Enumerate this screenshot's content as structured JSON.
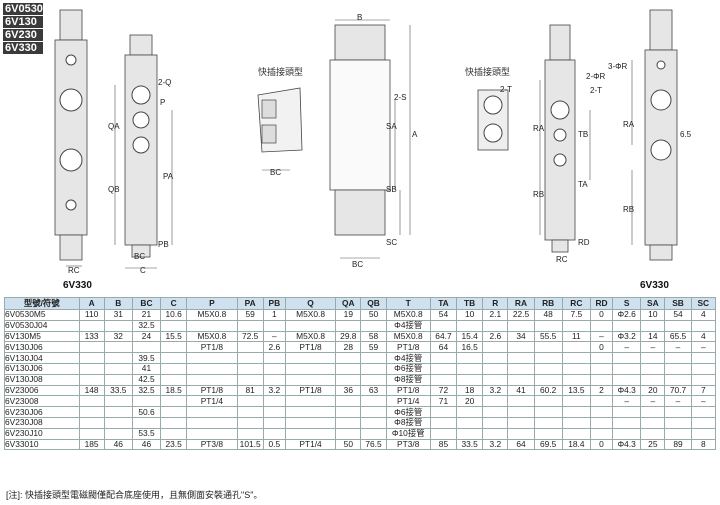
{
  "models": [
    "6V0530",
    "6V130",
    "6V230",
    "6V330"
  ],
  "drawing_labels": {
    "left_caption": "6V330",
    "right_caption": "6V330",
    "quick_fitting_1": "快插接頭型",
    "quick_fitting_2": "快插接頭型",
    "q2": "2-Q",
    "p": "P",
    "qa": "QA",
    "qb": "QB",
    "pa": "PA",
    "pb": "PB",
    "rc1": "RC",
    "c": "C",
    "bc1": "BC",
    "b": "B",
    "s2": "2-S",
    "sa": "SA",
    "sb": "SB",
    "a": "A",
    "sc": "SC",
    "bc2": "BC",
    "t2": "2-T",
    "pr3": "3-ΦR",
    "pr2": "2-ΦR",
    "t2b": "2-T",
    "ra1": "RA",
    "tb": "TB",
    "rb1": "RB",
    "ta": "TA",
    "rd": "RD",
    "rc2": "RC",
    "ra2": "RA",
    "rb2": "RB",
    "d65": "6.5"
  },
  "table": {
    "headers": [
      "型號/符號",
      "A",
      "B",
      "BC",
      "C",
      "P",
      "PA",
      "PB",
      "Q",
      "QA",
      "QB",
      "T",
      "TA",
      "TB",
      "R",
      "RA",
      "RB",
      "RC",
      "RD",
      "S",
      "SA",
      "SB",
      "SC"
    ],
    "rows": [
      [
        "6V0530M5",
        "110",
        "31",
        "21",
        "10.6",
        "M5X0.8",
        "59",
        "1",
        "M5X0.8",
        "19",
        "50",
        "M5X0.8",
        "54",
        "10",
        "2.1",
        "22.5",
        "48",
        "7.5",
        "0",
        "Φ2.6",
        "10",
        "54",
        "4"
      ],
      [
        "6V0530J04",
        "",
        "",
        "32.5",
        "",
        "",
        "",
        "",
        "",
        "",
        "",
        "Φ4接管",
        "",
        "",
        "",
        "",
        "",
        "",
        "",
        "",
        "",
        "",
        ""
      ],
      [
        "6V130M5",
        "133",
        "32",
        "24",
        "15.5",
        "M5X0.8",
        "72.5",
        "–",
        "M5X0.8",
        "29.8",
        "58",
        "M5X0.8",
        "64.7",
        "15.4",
        "2.6",
        "34",
        "55.5",
        "11",
        "–",
        "Φ3.2",
        "14",
        "65.5",
        "4"
      ],
      [
        "6V130J06",
        "",
        "",
        "",
        "",
        "PT1/8",
        "",
        "2.6",
        "PT1/8",
        "28",
        "59",
        "PT1/8",
        "64",
        "16.5",
        "",
        "",
        "",
        "",
        "0",
        "–",
        "–",
        "–",
        "–"
      ],
      [
        "6V130J04",
        "",
        "",
        "39.5",
        "",
        "",
        "",
        "",
        "",
        "",
        "",
        "Φ4接管",
        "",
        "",
        "",
        "",
        "",
        "",
        "",
        "",
        "",
        "",
        ""
      ],
      [
        "6V130J06",
        "",
        "",
        "41",
        "",
        "",
        "",
        "",
        "",
        "",
        "",
        "Φ6接管",
        "",
        "",
        "",
        "",
        "",
        "",
        "",
        "",
        "",
        "",
        ""
      ],
      [
        "6V130J08",
        "",
        "",
        "42.5",
        "",
        "",
        "",
        "",
        "",
        "",
        "",
        "Φ8接管",
        "",
        "",
        "",
        "",
        "",
        "",
        "",
        "",
        "",
        "",
        ""
      ],
      [
        "6V23006",
        "148",
        "33.5",
        "32.5",
        "18.5",
        "PT1/8",
        "81",
        "3.2",
        "PT1/8",
        "36",
        "63",
        "PT1/8",
        "72",
        "18",
        "3.2",
        "41",
        "60.2",
        "13.5",
        "2",
        "Φ4.3",
        "20",
        "70.7",
        "7"
      ],
      [
        "6V23008",
        "",
        "",
        "",
        "",
        "PT1/4",
        "",
        "",
        "",
        "",
        "",
        "PT1/4",
        "71",
        "20",
        "",
        "",
        "",
        "",
        "",
        "–",
        "–",
        "–",
        "–"
      ],
      [
        "6V230J06",
        "",
        "",
        "50.6",
        "",
        "",
        "",
        "",
        "",
        "",
        "",
        "Φ6接管",
        "",
        "",
        "",
        "",
        "",
        "",
        "",
        "",
        "",
        "",
        ""
      ],
      [
        "6V230J08",
        "",
        "",
        "",
        "",
        "",
        "",
        "",
        "",
        "",
        "",
        "Φ8接管",
        "",
        "",
        "",
        "",
        "",
        "",
        "",
        "",
        "",
        "",
        ""
      ],
      [
        "6V230J10",
        "",
        "",
        "53.5",
        "",
        "",
        "",
        "",
        "",
        "",
        "",
        "Φ10接管",
        "",
        "",
        "",
        "",
        "",
        "",
        "",
        "",
        "",
        "",
        ""
      ],
      [
        "6V33010",
        "185",
        "46",
        "46",
        "23.5",
        "PT3/8",
        "101.5",
        "0.5",
        "PT1/4",
        "50",
        "76.5",
        "PT3/8",
        "85",
        "33.5",
        "3.2",
        "64",
        "69.5",
        "18.4",
        "0",
        "Φ4.3",
        "25",
        "89",
        "8"
      ]
    ]
  },
  "note": "[注]: 快插接頭型電磁閥僅配合底座使用，且無側面安裝通孔\"S\"。"
}
